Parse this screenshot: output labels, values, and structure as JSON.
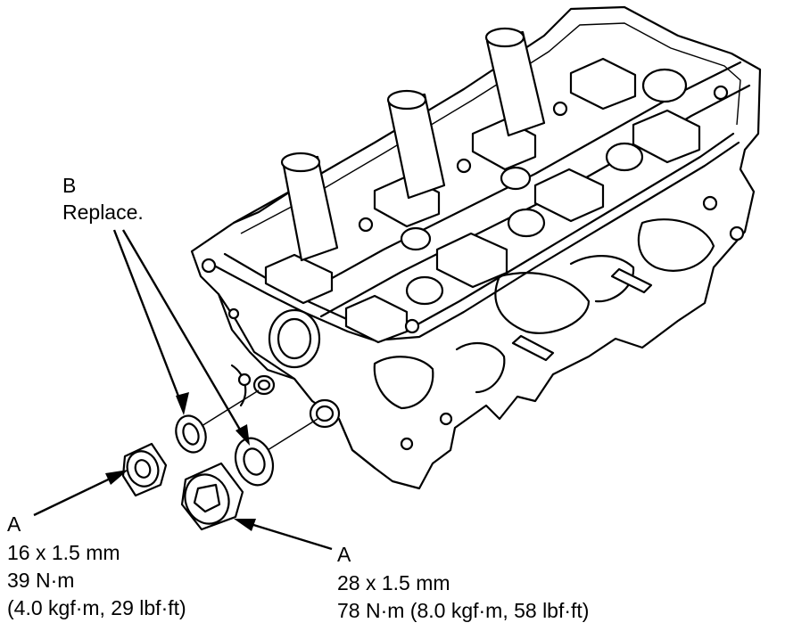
{
  "labels": {
    "b_letter": "B",
    "b_note": "Replace.",
    "a_left_letter": "A",
    "a_left_size": "16 x 1.5 mm",
    "a_left_torque": "39 N·m",
    "a_left_torque_alt": "(4.0 kgf·m, 29 lbf·ft)",
    "a_right_letter": "A",
    "a_right_size": "28 x 1.5 mm",
    "a_right_torque": "78 N·m (8.0 kgf·m, 58 lbf·ft)"
  }
}
